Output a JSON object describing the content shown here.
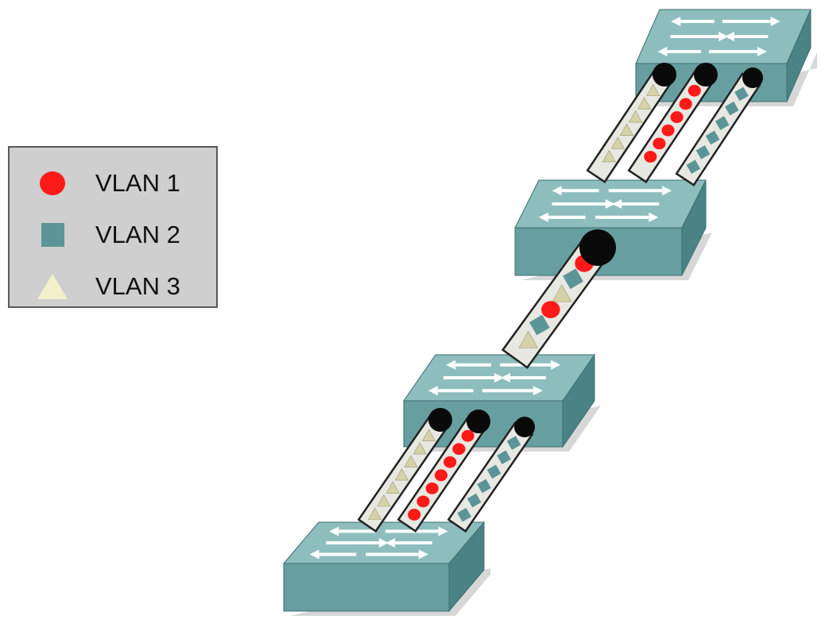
{
  "legend": {
    "items": [
      {
        "label": "VLAN 1",
        "symbol": "circle",
        "color": "#ff1a1a"
      },
      {
        "label": "VLAN 2",
        "symbol": "square",
        "color": "#5c9597"
      },
      {
        "label": "VLAN 3",
        "symbol": "triangle",
        "color": "#f3f0cc"
      }
    ]
  },
  "colors": {
    "switch_top": "#8ebdbd",
    "switch_front": "#679fa1",
    "switch_side": "#4a8385",
    "switch_shadow": "#3c6e70",
    "port": "#0a0a0a",
    "cable_fill": "#e8e8e2",
    "cable_outline": "#222222",
    "arrow": "#ffffff"
  },
  "diagram": {
    "switches": [
      "switch-top",
      "switch-upper-middle",
      "switch-lower-middle",
      "switch-bottom"
    ],
    "links": [
      {
        "name": "access-links-top",
        "type": "separate",
        "vlans": [
          3,
          1,
          2
        ]
      },
      {
        "name": "trunk-link",
        "type": "trunk",
        "vlans": [
          1,
          2,
          3
        ]
      },
      {
        "name": "access-links-bottom",
        "type": "separate",
        "vlans": [
          3,
          1,
          2
        ]
      }
    ]
  }
}
